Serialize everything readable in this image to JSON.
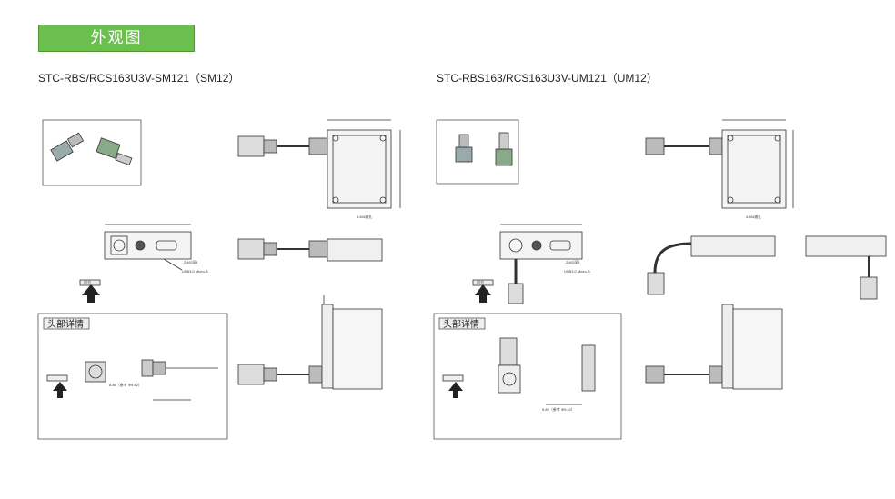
{
  "section_title": "外观图",
  "left": {
    "model": "STC-RBS/RCS163U3V-SM121（SM12）",
    "detail_title": "头部详情",
    "usb_label": "USB3.0 Micro-B",
    "thread_label": "2-M2深4",
    "mount_label": "4-M4通孔",
    "front_label": "前方",
    "detail_note": "8.85（参考 Φ9.42）"
  },
  "right": {
    "model": "STC-RBS163/RCS163U3V-UM121（UM12）",
    "detail_title": "头部详情",
    "usb_label": "USB3.0 Micro-B",
    "thread_label": "2-M2深4",
    "mount_label": "4-M4通孔",
    "front_label": "前方",
    "detail_note": "9.89（参考 Φ9.42）"
  }
}
